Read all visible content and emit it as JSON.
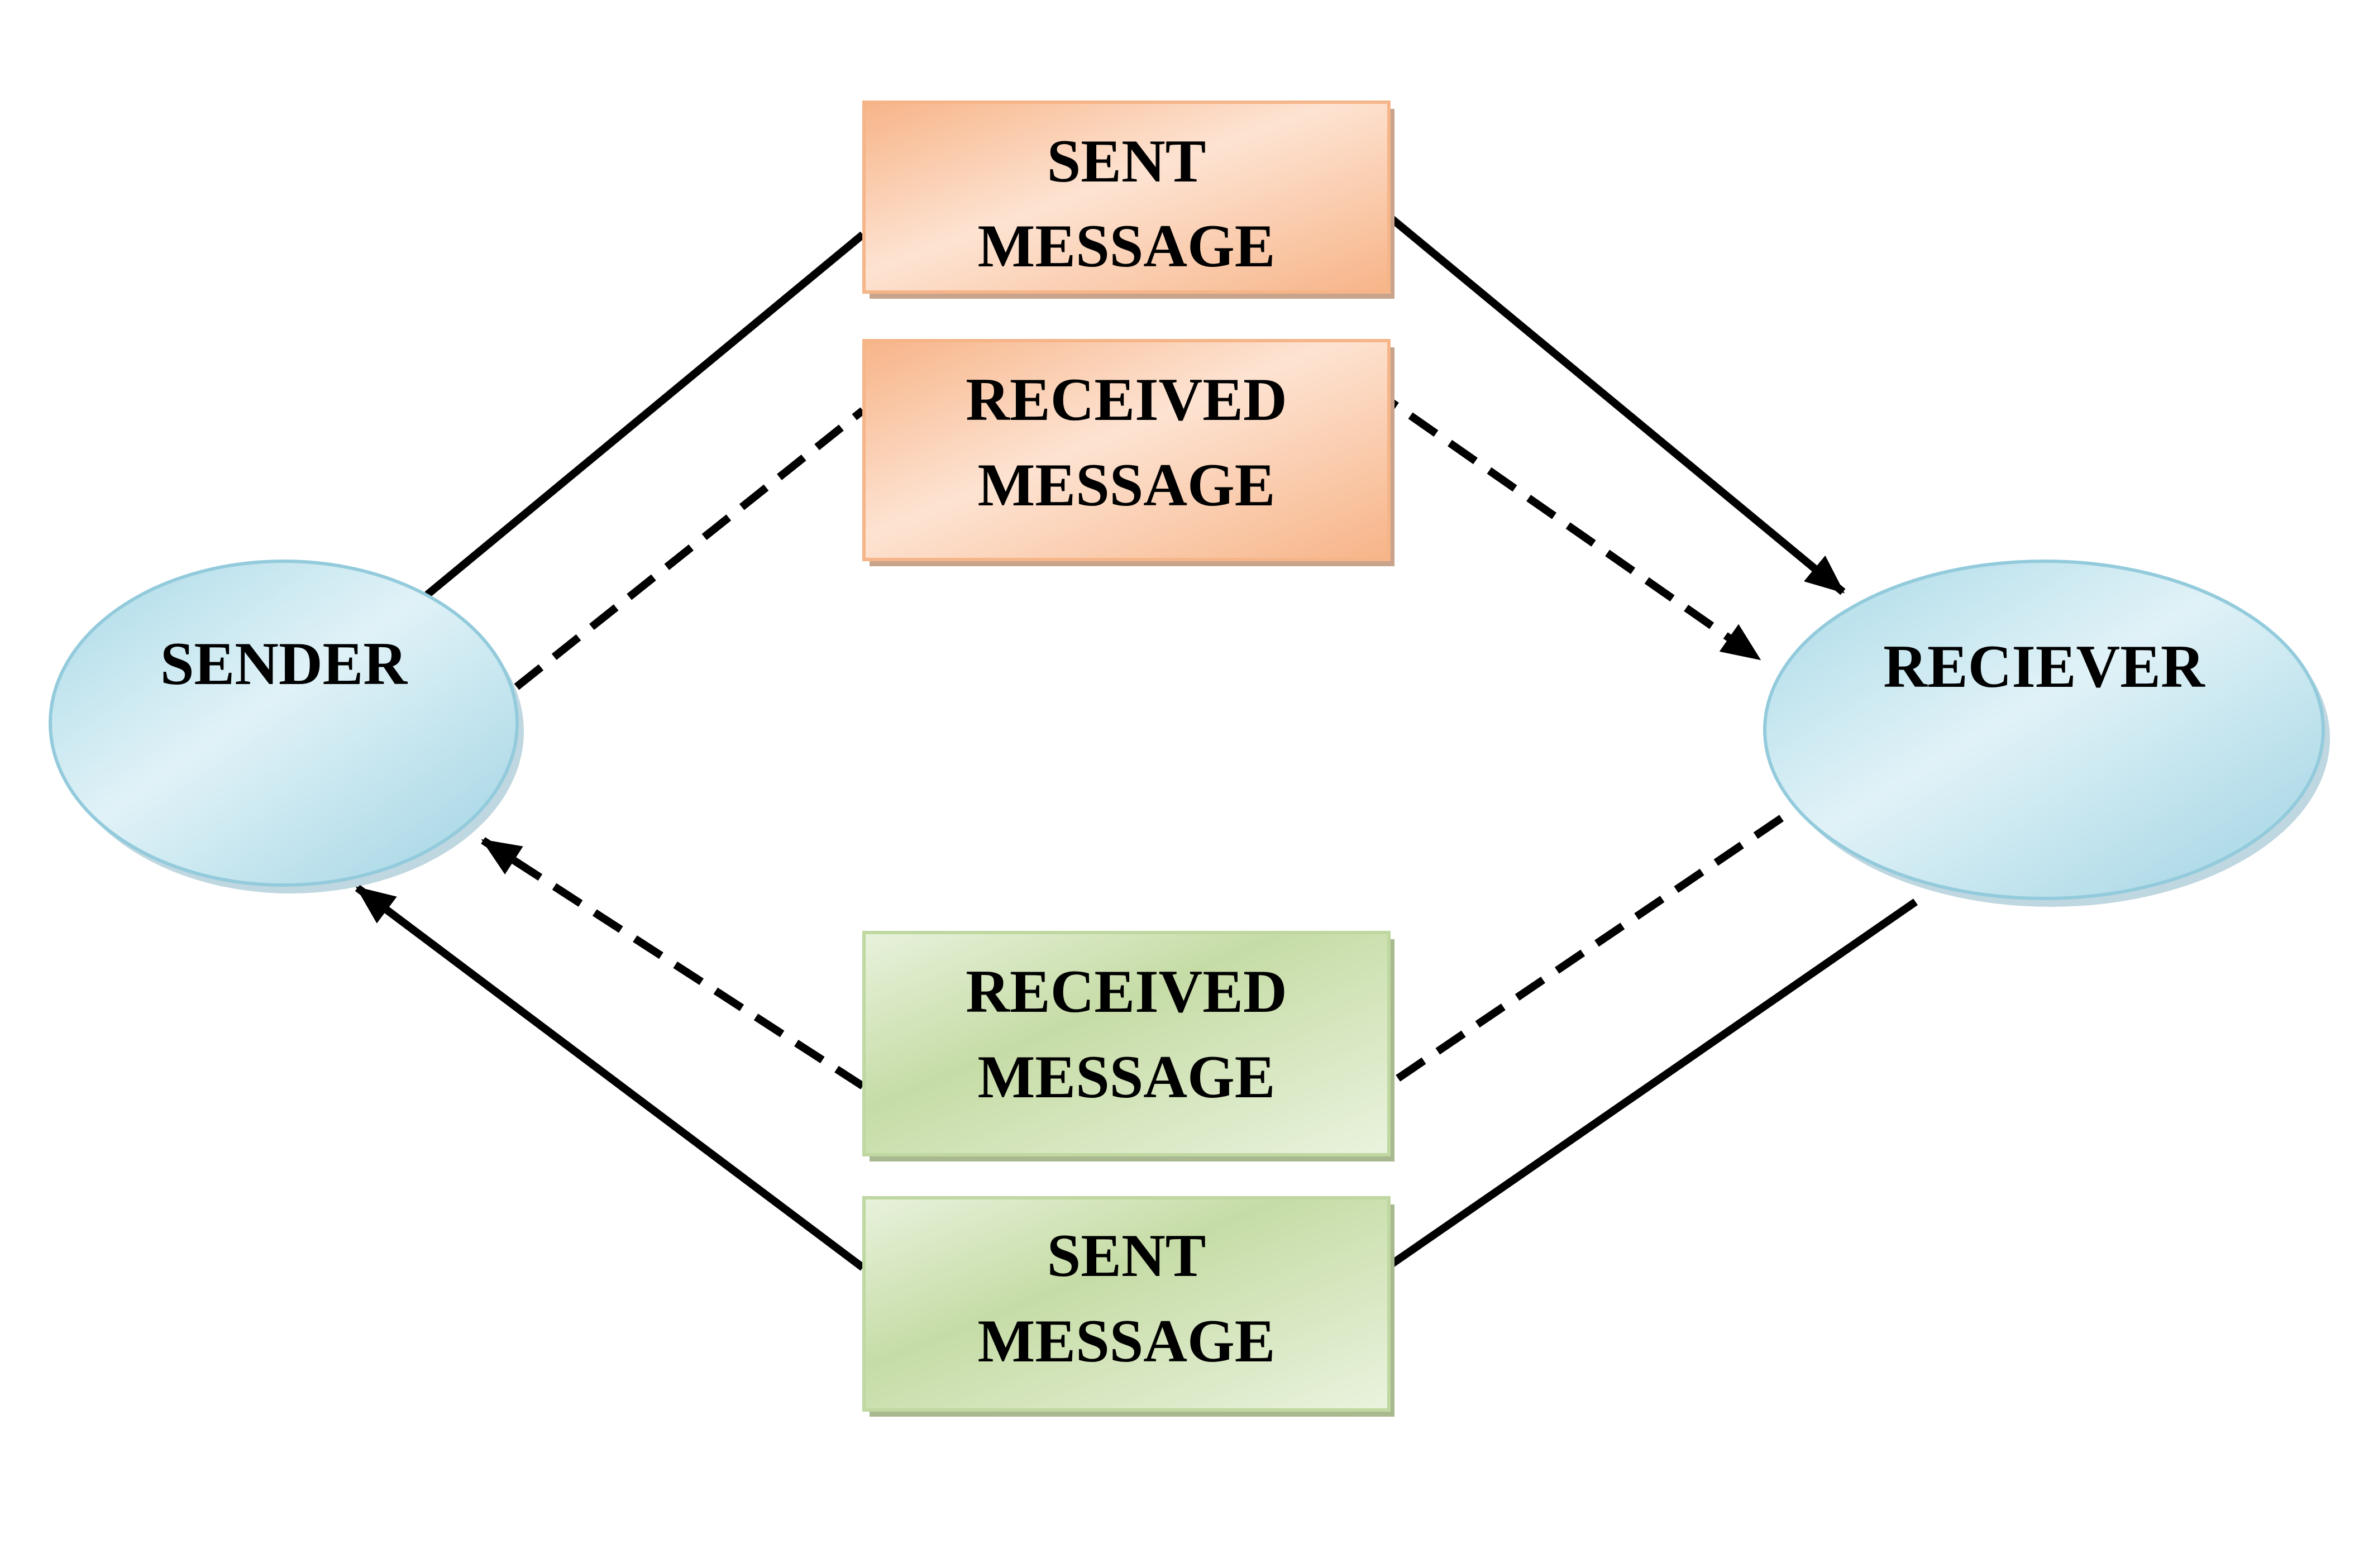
{
  "colors": {
    "ellipse_fill": "#c3e6f0",
    "ellipse_stroke": "#93cbdc",
    "orange_fill": "#f8c4a1",
    "orange_stroke": "#f5b588",
    "green_fill": "#d4e6bb",
    "green_stroke": "#bfd7a0",
    "line_color": "#000000"
  },
  "nodes": {
    "sender": {
      "label": "SENDER"
    },
    "receiver": {
      "label": "RECIEVER"
    },
    "top_sent": {
      "line1": "SENT",
      "line2": "MESSAGE"
    },
    "top_received": {
      "line1": "RECEIVED",
      "line2": "MESSAGE"
    },
    "bottom_received": {
      "line1": "RECEIVED",
      "line2": "MESSAGE"
    },
    "bottom_sent": {
      "line1": "SENT",
      "line2": "MESSAGE"
    }
  },
  "edges": [
    {
      "from": "sender",
      "via": "top_sent",
      "to": "receiver",
      "style": "solid"
    },
    {
      "from": "sender",
      "via": "top_received",
      "to": "receiver",
      "style": "dashed"
    },
    {
      "from": "receiver",
      "via": "bottom_received",
      "to": "sender",
      "style": "dashed"
    },
    {
      "from": "receiver",
      "via": "bottom_sent",
      "to": "sender",
      "style": "solid"
    }
  ]
}
